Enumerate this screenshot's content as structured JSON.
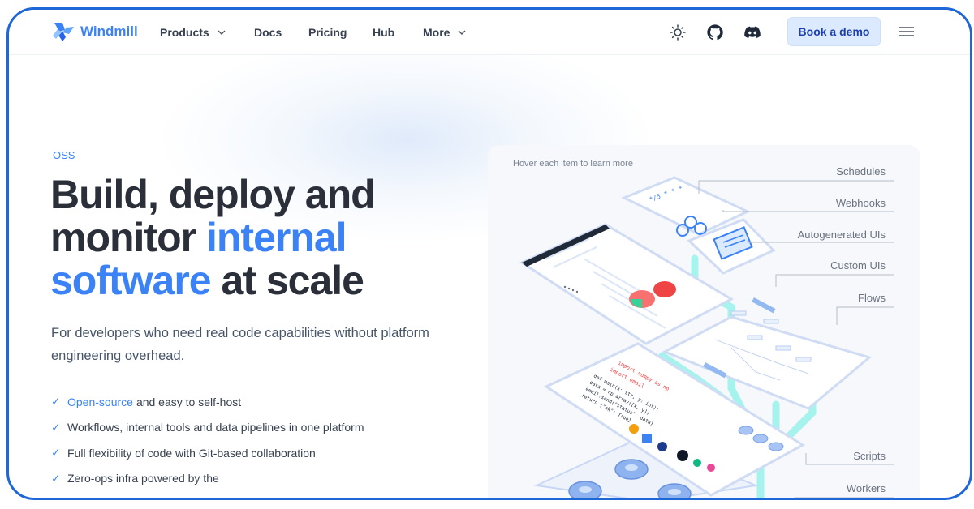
{
  "nav": {
    "brand": "Windmill",
    "items": [
      "Products",
      "Docs",
      "Pricing",
      "Hub",
      "More"
    ],
    "cta": "Book a demo",
    "icons": [
      "sun-icon",
      "github-icon",
      "discord-icon",
      "menu-icon"
    ]
  },
  "hero": {
    "eyebrow": "OSS",
    "title_line1": "Build, deploy and",
    "title_line2_a": "monitor ",
    "title_line2_b": "internal",
    "title_line3_a": "software",
    "title_line3_b": " at scale",
    "subtitle": "For developers who need real code capabilities without platform engineering overhead.",
    "features": [
      {
        "link": "Open-source",
        "text": "and easy to self-host"
      },
      {
        "link": "",
        "text": "Workflows, internal tools and data pipelines in one platform"
      },
      {
        "link": "",
        "text": "Full flexibility of code with Git-based collaboration"
      },
      {
        "link": "",
        "text": "Zero-ops infra powered by the"
      }
    ]
  },
  "illustration": {
    "hint": "Hover each item to learn more",
    "labels": [
      "Schedules",
      "Webhooks",
      "Autogenerated UIs",
      "Custom UIs",
      "Flows",
      "Scripts",
      "Workers"
    ]
  },
  "colors": {
    "accent": "#3b82f6",
    "frame": "#1f66d6",
    "cta_bg": "#dbeafe",
    "teal": "#8ff0ec"
  }
}
